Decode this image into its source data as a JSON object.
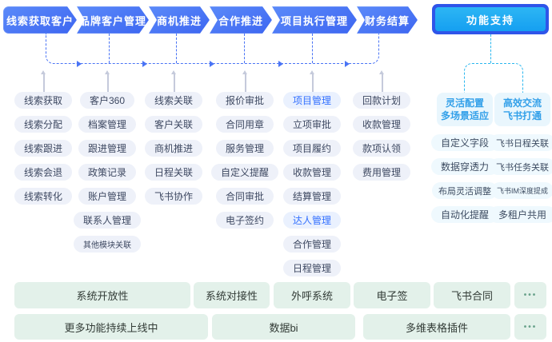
{
  "flow": {
    "stages": [
      {
        "label": "线索获取客户"
      },
      {
        "label": "品牌客户管理"
      },
      {
        "label": "商机推进"
      },
      {
        "label": "合作推进"
      },
      {
        "label": "项目执行管理"
      },
      {
        "label": "财务结算"
      }
    ],
    "support": {
      "label": "功能支持"
    }
  },
  "columns": [
    {
      "items": [
        {
          "label": "线索获取"
        },
        {
          "label": "线索分配"
        },
        {
          "label": "线索跟进"
        },
        {
          "label": "线索会退"
        },
        {
          "label": "线索转化"
        }
      ]
    },
    {
      "items": [
        {
          "label": "客户360"
        },
        {
          "label": "档案管理"
        },
        {
          "label": "跟进管理"
        },
        {
          "label": "政策记录"
        },
        {
          "label": "账户管理"
        },
        {
          "label": "联系人管理"
        },
        {
          "label": "其他模块关联"
        }
      ]
    },
    {
      "items": [
        {
          "label": "线索关联"
        },
        {
          "label": "客户关联"
        },
        {
          "label": "商机推进"
        },
        {
          "label": "日程关联"
        },
        {
          "label": "飞书协作"
        }
      ]
    },
    {
      "items": [
        {
          "label": "报价审批"
        },
        {
          "label": "合同用章"
        },
        {
          "label": "服务管理"
        },
        {
          "label": "自定义提醒"
        },
        {
          "label": "合同审批"
        },
        {
          "label": "电子签约"
        }
      ]
    },
    {
      "items": [
        {
          "label": "项目管理",
          "highlight": true
        },
        {
          "label": "立项审批"
        },
        {
          "label": "项目履约"
        },
        {
          "label": "收款管理"
        },
        {
          "label": "结算管理"
        },
        {
          "label": "达人管理",
          "highlight": true
        },
        {
          "label": "合作管理"
        },
        {
          "label": "日程管理"
        }
      ]
    },
    {
      "items": [
        {
          "label": "回款计划"
        },
        {
          "label": "收款管理"
        },
        {
          "label": "款项认领"
        },
        {
          "label": "费用管理"
        }
      ]
    }
  ],
  "support_groups": [
    {
      "title_lines": [
        "灵活配置",
        "多场景适应"
      ],
      "items": [
        {
          "label": "自定义字段"
        },
        {
          "label": "数据穿透力"
        },
        {
          "label": "布局灵活调整"
        },
        {
          "label": "自动化提醒"
        }
      ]
    },
    {
      "title_lines": [
        "高效交流",
        "飞书打通"
      ],
      "items": [
        {
          "label": "飞书日程关联"
        },
        {
          "label": "飞书任务关联"
        },
        {
          "label": "飞书IM深度提成"
        },
        {
          "label": "多租户共用"
        }
      ]
    }
  ],
  "bottom_rows": [
    {
      "cells": [
        {
          "label": "系统开放性"
        },
        {
          "label": "系统对接性"
        },
        {
          "label": "外呼系统"
        },
        {
          "label": "电子签"
        },
        {
          "label": "飞书合同"
        },
        {
          "label": "•••",
          "dots": true
        }
      ]
    },
    {
      "cells": [
        {
          "label": "更多功能持续上线中"
        },
        {
          "label": "数据bi"
        },
        {
          "label": "多维表格插件"
        },
        {
          "label": "•••",
          "dots": true
        }
      ]
    }
  ],
  "colors": {
    "stage_blue": "#3d66f1",
    "support_outer": "#2f55e9",
    "support_inner": "#159ff1",
    "connector_blue": "#4a74f5",
    "connector_cyan": "#2ab7ef",
    "connector_gray": "#c5cadb",
    "pill_bg": "#eef1f9",
    "pill_text": "#3d4861",
    "highlight_text": "#3370ff",
    "support_head_text": "#33a0e9",
    "support_pill_bg": "#eff9fe",
    "bottom_bg": "#e3f1ea",
    "dots_color": "#6aa38c"
  }
}
